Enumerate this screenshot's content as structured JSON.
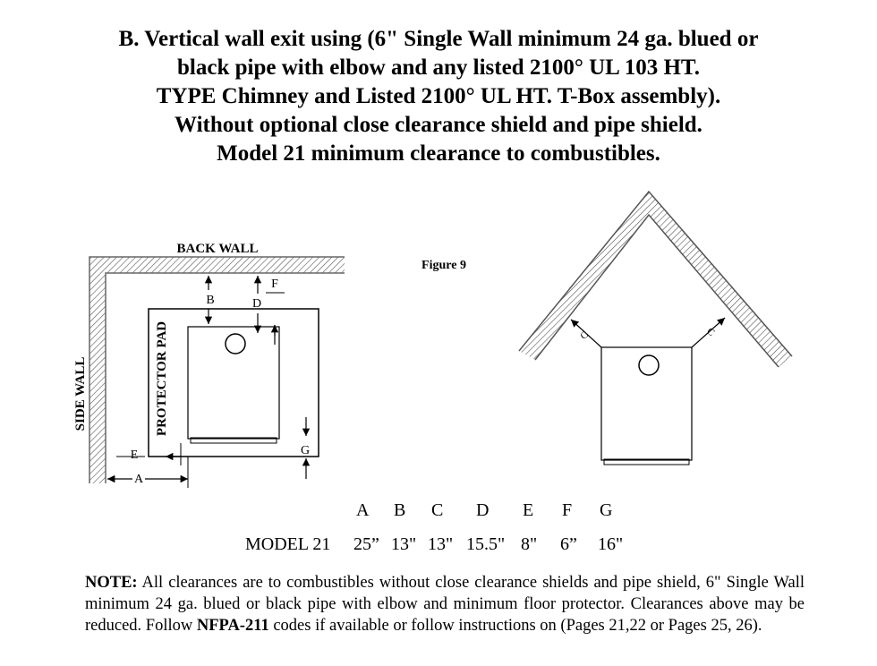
{
  "title_lines": [
    "B. Vertical wall exit using (6\" Single Wall minimum 24 ga. blued or",
    "black pipe with elbow and any listed 2100° UL 103 HT.",
    "TYPE Chimney and Listed 2100° UL HT. T-Box assembly).",
    "Without optional close clearance shield and pipe shield.",
    "Model 21 minimum clearance to combustibles."
  ],
  "figure_label": "Figure 9",
  "labels": {
    "back_wall": "BACK WALL",
    "side_wall": "SIDE WALL",
    "protector_pad": "PROTECTOR PAD",
    "A": "A",
    "B": "B",
    "C": "C",
    "D": "D",
    "E": "E",
    "F": "F",
    "G": "G"
  },
  "clearance_table": {
    "headers": [
      "A",
      "B",
      "C",
      "D",
      "E",
      "F",
      "G"
    ],
    "row_label": "MODEL 21",
    "values": [
      "25”",
      "13\"",
      "13\"",
      "15.5\"",
      "8\"",
      "6”",
      "16\""
    ]
  },
  "note": {
    "lead": "NOTE:",
    "text1": " All clearances are to combustibles without close clearance shields and pipe shield, 6\" Single Wall minimum 24 ga. blued or black pipe with elbow and minimum floor protector. Clearances above may be reduced.  Follow ",
    "code": "NFPA-211",
    "text2": " codes if available or follow instructions on (Pages 21,22 or Pages 25, 26)."
  }
}
